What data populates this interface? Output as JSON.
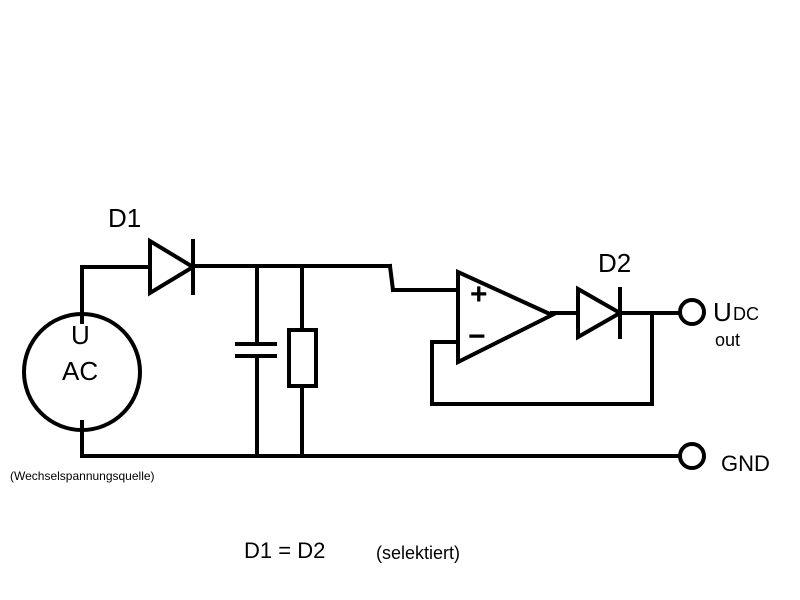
{
  "labels": {
    "d1": "D1",
    "d2": "D2",
    "source_u": "U",
    "source_ac": "AC",
    "source_note": "(Wechselspannungsquelle)",
    "out_u": "U",
    "out_sub": "DC",
    "out_suffix": "out",
    "gnd": "GND",
    "opamp_plus": "+",
    "opamp_minus": "−",
    "equation": "D1 = D2",
    "equation_note": "(selektiert)"
  },
  "colors": {
    "line": "#000000",
    "background": "#ffffff"
  }
}
